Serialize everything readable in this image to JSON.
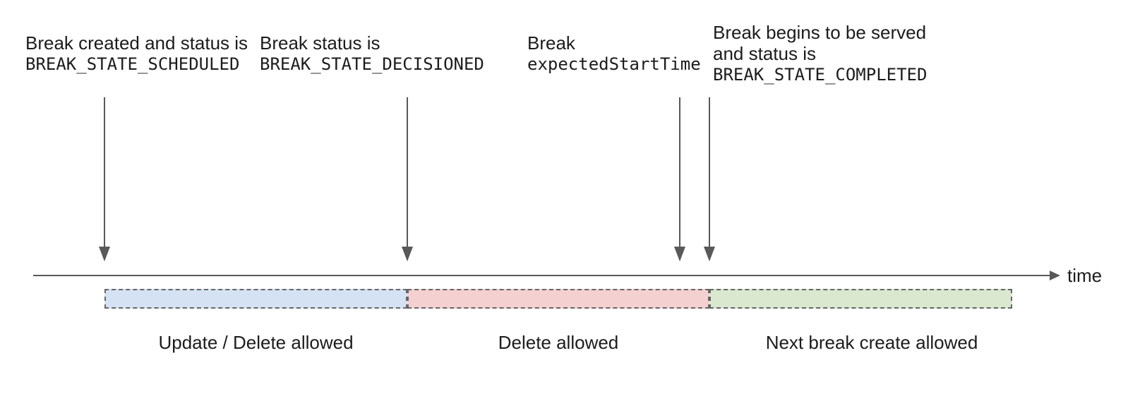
{
  "annotations": [
    {
      "line1": "Break created and status is",
      "code": "BREAK_STATE_SCHEDULED"
    },
    {
      "line1": "Break status is",
      "code": "BREAK_STATE_DECISIONED"
    },
    {
      "line1": "Break",
      "code": "expectedStartTime"
    },
    {
      "line1": "Break begins to be served",
      "line2": "and status is",
      "code": "BREAK_STATE_COMPLETED"
    }
  ],
  "timeline": {
    "axis_label": "time"
  },
  "segments": [
    {
      "label": "Update / Delete allowed",
      "fill": "#d5e2f3"
    },
    {
      "label": "Delete allowed",
      "fill": "#f5d0d1"
    },
    {
      "label": "Next break create allowed",
      "fill": "#d9e8cf"
    }
  ],
  "colors": {
    "text": "#1c1c1c",
    "line": "#595959",
    "box_border": "#666666"
  }
}
